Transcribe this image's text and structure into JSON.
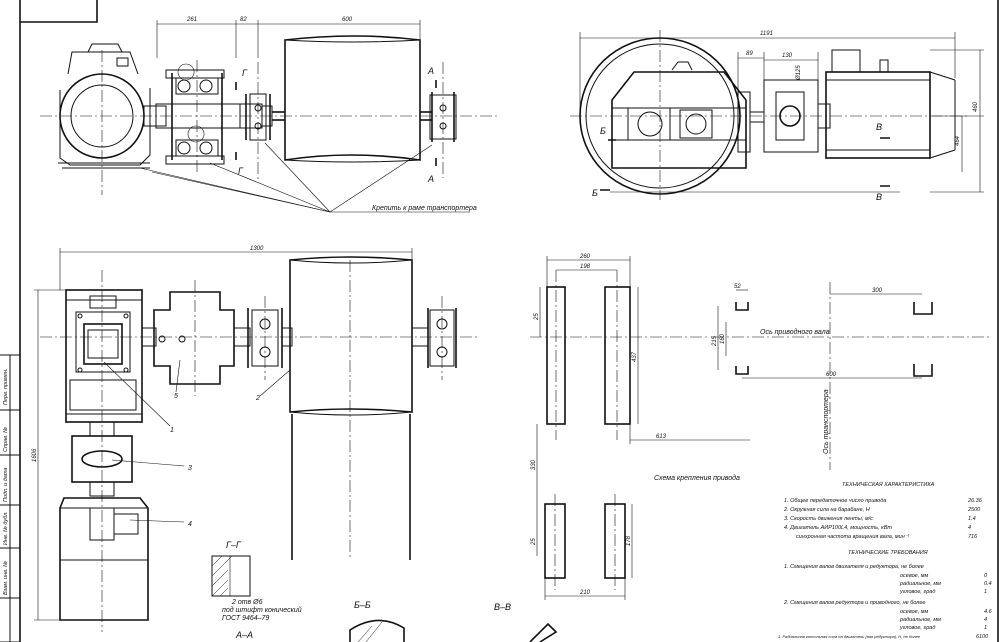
{
  "dimensions": {
    "d261": "261",
    "d82": "82",
    "d600_top": "600",
    "d1191": "1191",
    "d89": "89",
    "d130": "130",
    "d125": "Ø125",
    "d460": "460",
    "d464": "464",
    "d1300": "1300",
    "d1606": "1606",
    "d260": "260",
    "d198": "198",
    "d25a": "25",
    "d437": "437",
    "d613": "613",
    "d330": "330",
    "d25b": "25",
    "d178": "178",
    "d210": "210",
    "d52": "52",
    "d215": "215",
    "d160": "160",
    "d300": "300",
    "d600_mid": "600"
  },
  "labels": {
    "sec_A_top": "A",
    "sec_A_bottom": "A",
    "sec_G_top": "Г",
    "sec_G_bottom": "Г",
    "sec_B_left_top": "Б",
    "sec_B_left_bottom": "Б",
    "sec_V_top": "В",
    "sec_V_bottom": "В",
    "mount_note": "Крепить к раме транспортера",
    "axis_drive": "Ось приводного вала",
    "axis_conveyor": "Ось транспортера",
    "scheme_title": "Схема крепления привода",
    "pos1": "1",
    "pos2": "2",
    "pos3": "3",
    "pos4": "4",
    "pos5": "5",
    "view_GG": "Г–Г",
    "view_BB": "Б–Б",
    "view_VV": "В–В",
    "view_AA": "А–А",
    "pin_note_1": "2 отв Ø6",
    "pin_note_2": "под штифт конический",
    "pin_note_3": "ГОСТ 9464–79"
  },
  "tech_chars": {
    "title": "ТЕХНИЧЕСКАЯ ХАРАКТЕРИСТИКА",
    "rows": [
      {
        "text": "1. Общее передаточное число привода",
        "value": "26.36"
      },
      {
        "text": "2. Окружная сила на барабане, Н",
        "value": "2500"
      },
      {
        "text": "3. Скорость движения ленты, м/с",
        "value": "1.4"
      },
      {
        "text": "4. Двигатель АИР100L4, мощность, кВт",
        "value": "4"
      },
      {
        "text": "синхронная частота вращения вала, мин⁻¹",
        "value": "716"
      }
    ]
  },
  "tech_reqs": {
    "title": "ТЕХНИЧЕСКИЕ ТРЕБОВАНИЯ",
    "item1": "1. Смещения валов двигателя и редуктора, не более",
    "item1_rows": [
      {
        "text": "осевое, мм",
        "value": "0"
      },
      {
        "text": "радиальное, мм",
        "value": "0.4"
      },
      {
        "text": "угловое, град",
        "value": "1"
      }
    ],
    "item2": "2. Смещения валов редуктора и приводного, не более",
    "item2_rows": [
      {
        "text": "осевое, мм",
        "value": "4.6"
      },
      {
        "text": "радиальное, мм",
        "value": "4"
      },
      {
        "text": "угловое, град",
        "value": "1"
      }
    ],
    "item3": "3. Радиальная консольная сила на двигатель (вал редуктора), Н, не более",
    "item3_value": "6100"
  },
  "stamp": {
    "s1": "Перв. примен.",
    "s2": "Справ. №",
    "s3": "Подп. и дата",
    "s4": "Инв. № дубл.",
    "s5": "Взам. инв. №"
  }
}
